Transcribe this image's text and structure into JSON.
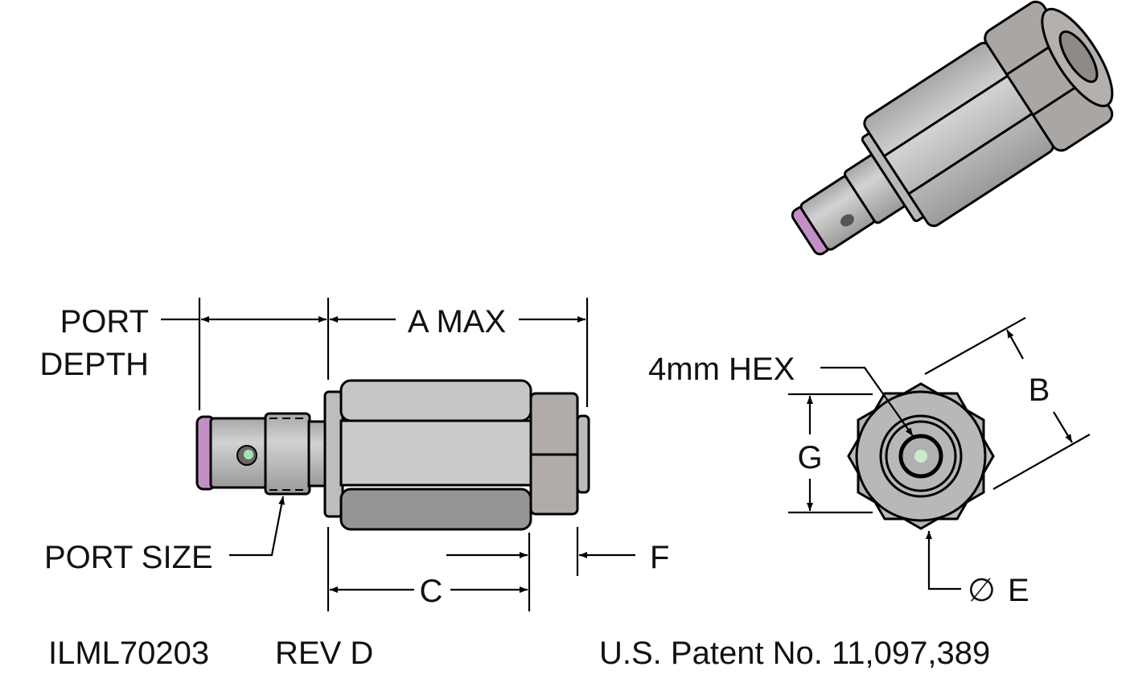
{
  "labels": {
    "port_depth_line1": "PORT",
    "port_depth_line2": "DEPTH",
    "a_max": "A MAX",
    "port_size": "PORT SIZE",
    "c": "C",
    "f": "F",
    "hex": "4mm HEX",
    "b": "B",
    "g": "G",
    "e_symbol": "∅",
    "e": "E"
  },
  "footer": {
    "part_number": "ILML70203",
    "revision": "REV D",
    "patent": "U.S. Patent No. 11,097,389"
  },
  "colors": {
    "body": "#c2c4c6",
    "body_dark": "#9c9c9c",
    "nut": "#b1aca9",
    "seal": "#c38fc6",
    "port": "#a8e0b0"
  }
}
